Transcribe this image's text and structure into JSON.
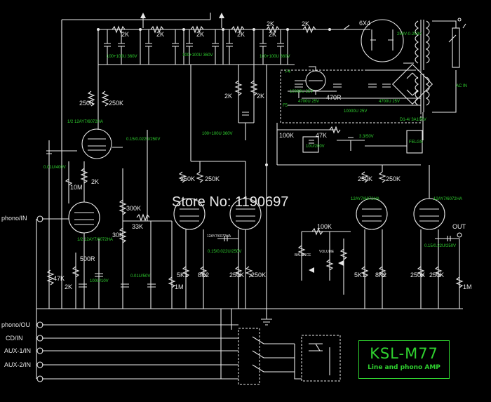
{
  "title": {
    "model": "KSL-M77",
    "subtitle": "Line and phono AMP"
  },
  "watermark": "Store No: 1190697",
  "inputs": [
    "phono/IN",
    "phono/OU",
    "CD/IN",
    "AUX-1/IN",
    "AUX-2/IN"
  ],
  "output_label": "OUT",
  "psu": {
    "rectifier_tube": "6X4",
    "transformer_voltage": "250V-0-250V",
    "ac_label": "AC IN",
    "filter_caps": [
      "100+100U 360V",
      "100+100U 360V",
      "100+100U 360V",
      "100+100U 360V"
    ],
    "chain_resistors": [
      "2K",
      "2K",
      "2K",
      "2K",
      "2K",
      "2K",
      "2K"
    ],
    "dropper": [
      "2K",
      "2K"
    ],
    "heater": {
      "fuse1": "F4",
      "fuse2": "F5",
      "r": "470R",
      "cap1": "10000U 25V",
      "cap2": "4700U 25V",
      "cap3": "10000U 25V",
      "cap4": "4700U 25V",
      "diodes": "D1-4/ 3A100V",
      "r100k": "100K",
      "r47k": "47K",
      "c10u": "10U/200V",
      "c33": "3.3/50V",
      "relay_label": "FELGS"
    }
  },
  "phono_stage": {
    "tube_labels": [
      "1/2 12AY7/6072HA",
      "1/2 12AY7/6072HA"
    ],
    "parts": [
      "250K",
      "250K",
      "2K",
      "10M",
      "0.01U/400V",
      "0.15/0.022U/250V",
      "300K",
      "30K",
      "33K",
      "500R",
      "100U/10V",
      "2K",
      "47K",
      "0.01U/50V",
      "1M"
    ]
  },
  "line_stage": {
    "tube_label": "12AY7/6072HA",
    "parts": [
      "250K",
      "250K",
      "5K1",
      "8K2",
      "0.15/0.022U/250V",
      "250K",
      "250K",
      "100K"
    ]
  },
  "output_stage": {
    "tube_labels": [
      "12AY7/6072HA",
      "12AY7/6072HA"
    ],
    "parts": [
      "250K",
      "250K",
      "5K1",
      "8K2",
      "250K",
      "250K",
      "0.15/0.22U/250V",
      "1M"
    ],
    "balance_label": "BALANCE",
    "volume_label": "VOLUME"
  }
}
